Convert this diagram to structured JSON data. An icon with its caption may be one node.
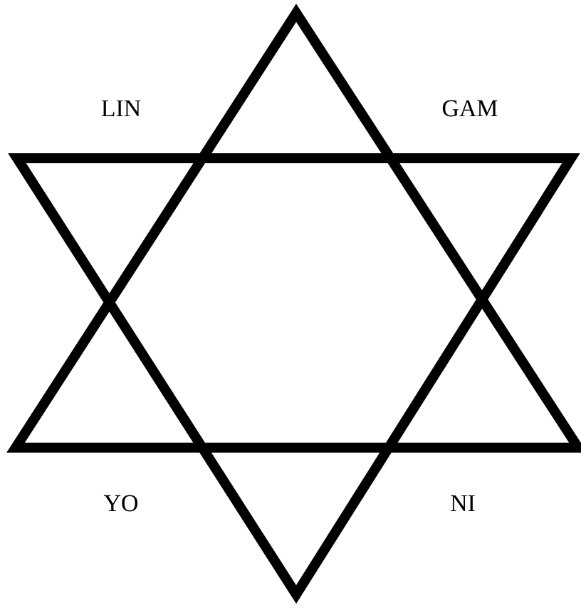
{
  "diagram": {
    "labels": [
      "LIN",
      "GAM",
      "YO",
      "NI"
    ]
  }
}
